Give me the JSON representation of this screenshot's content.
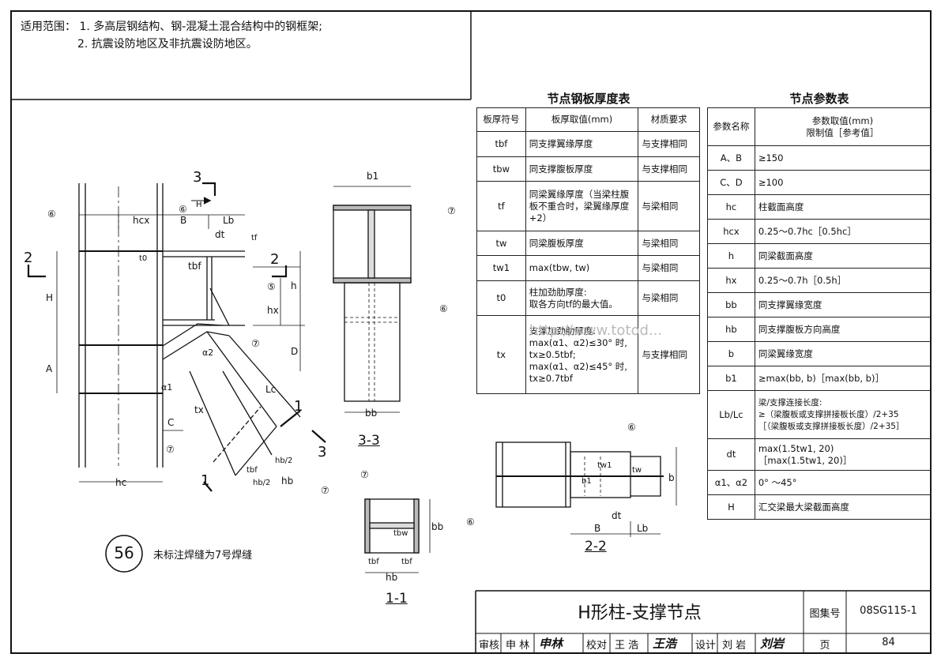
{
  "scope": {
    "label": "适用范围：",
    "items": [
      "1. 多高层钢结构、钢-混凝土混合结构中的钢框架;",
      "2. 抗震设防地区及非抗震设防地区。"
    ]
  },
  "plate_table": {
    "title": "节点钢板厚度表",
    "headers": [
      "板厚符号",
      "板厚取值(mm)",
      "材质要求"
    ],
    "rows": [
      {
        "sym": "tbf",
        "value": "同支撑翼缘厚度",
        "mat": "与支撑相同"
      },
      {
        "sym": "tbw",
        "value": "同支撑腹板厚度",
        "mat": "与支撑相同"
      },
      {
        "sym": "tf",
        "value": "同梁翼缘厚度（当梁柱腹板不重合时，梁翼缘厚度+2）",
        "mat": "与梁相同"
      },
      {
        "sym": "tw",
        "value": "同梁腹板厚度",
        "mat": "与梁相同"
      },
      {
        "sym": "tw1",
        "value": "max(tbw, tw)",
        "mat": "与梁相同"
      },
      {
        "sym": "t0",
        "value": "柱加劲肋厚度:\n取各方向tf的最大值。",
        "mat": "与梁相同"
      },
      {
        "sym": "tx",
        "value": "支撑加劲肋厚度:\nmax(α1、α2)≤30° 时,\ntx≥0.5tbf;\nmax(α1、α2)≤45° 时,\ntx≥0.7tbf",
        "mat": "与支撑相同"
      }
    ]
  },
  "param_table": {
    "title": "节点参数表",
    "headers": [
      "参数名称",
      "参数取值(mm)\n限制值［参考值］"
    ],
    "rows": [
      {
        "name": "A、B",
        "value": "≥150"
      },
      {
        "name": "C、D",
        "value": "≥100"
      },
      {
        "name": "hc",
        "value": "柱截面高度"
      },
      {
        "name": "hcx",
        "value": "0.25～0.7hc［0.5hc］"
      },
      {
        "name": "h",
        "value": "同梁截面高度"
      },
      {
        "name": "hx",
        "value": "0.25～0.7h［0.5h］"
      },
      {
        "name": "bb",
        "value": "同支撑翼缘宽度"
      },
      {
        "name": "hb",
        "value": "同支撑腹板方向高度"
      },
      {
        "name": "b",
        "value": "同梁翼缘宽度"
      },
      {
        "name": "b1",
        "value": "≥max(bb, b)［max(bb, b)］"
      },
      {
        "name": "Lb/Lc",
        "value": "梁/支撑连接长度:\n≥（梁腹板或支撑拼接板长度）/2+35\n［（梁腹板或支撑拼接板长度）/2+35］"
      },
      {
        "name": "dt",
        "value": "max(1.5tw1, 20)\n［max(1.5tw1, 20)］"
      },
      {
        "name": "α1、α2",
        "value": "0° ～45°"
      },
      {
        "name": "H",
        "value": "汇交梁最大梁截面高度"
      }
    ]
  },
  "drawing": {
    "section_labels": [
      "3-3",
      "2-2",
      "1-1"
    ],
    "cut_marks": [
      "3",
      "2",
      "2",
      "3",
      "1",
      "1"
    ],
    "dims": [
      "hcx",
      "B",
      "Lb",
      "dt",
      "tf",
      "t0",
      "tbf",
      "h",
      "hx",
      "H",
      "A",
      "D",
      "C",
      "tx",
      "Lc",
      "hc",
      "tbf",
      "hb/2",
      "hb/2",
      "hb",
      "b1",
      "bb",
      "b1",
      "b",
      "tw1",
      "B",
      "Lb",
      "dt",
      "tw",
      "tbw",
      "tbf",
      "tbf",
      "hb",
      "bb"
    ],
    "weld_marks": [
      "⑥",
      "⑤",
      "⑦",
      "⑦",
      "⑦",
      "⑥",
      "⑥",
      "⑦",
      "⑦",
      "⑥",
      "⑥"
    ],
    "angles": [
      "α1",
      "α2"
    ],
    "arrow_H": "H",
    "watermark": "http://www.totod..."
  },
  "note": {
    "number": "56",
    "text": "未标注焊缝为7号焊缝"
  },
  "title_block": {
    "title": "H形柱-支撑节点",
    "atlas_label": "图集号",
    "atlas_no": "08SG115-1",
    "review_label": "审核",
    "reviewer": "申 林",
    "reviewer_sig": "申林",
    "check_label": "校对",
    "checker": "王 浩",
    "checker_sig": "王浩",
    "design_label": "设计",
    "designer": "刘 岩",
    "designer_sig": "刘岩",
    "page_label": "页",
    "page_no": "84"
  }
}
